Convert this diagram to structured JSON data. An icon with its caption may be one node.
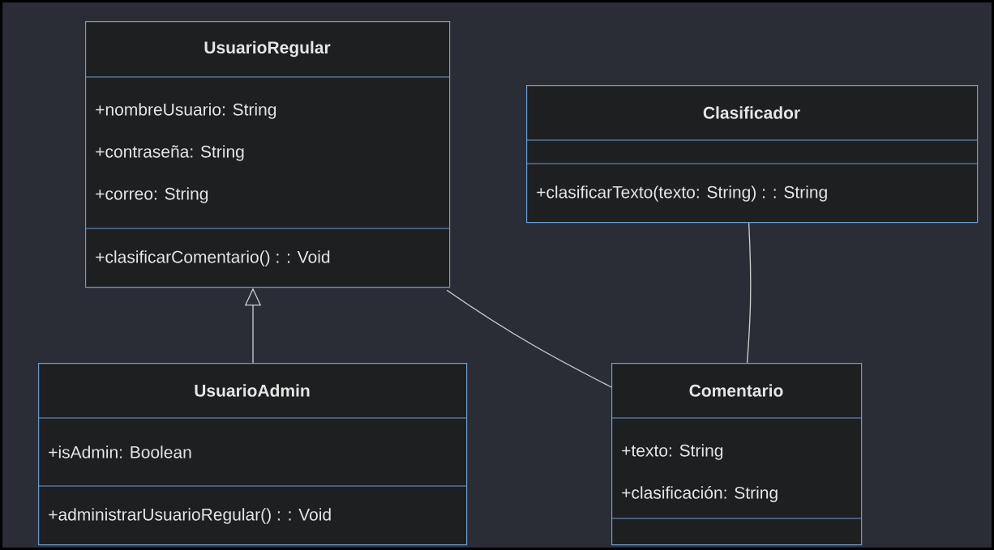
{
  "diagram": {
    "nodes": [
      {
        "text": [
          "UsuarioRegular",
          "+nombreUsuario: String",
          "+contraseña: String",
          "+correo: String",
          "+clasificarComentario() : : Void"
        ]
      },
      {
        "text": [
          "Clasificador",
          "+clasificarTexto(texto: String) : : String"
        ]
      },
      {
        "text": [
          "UsuarioAdmin",
          "+isAdmin: Boolean",
          "+administrarUsuarioRegular() : : Void"
        ]
      },
      {
        "text": [
          "Comentario",
          "+texto: String",
          "+clasificación: String"
        ]
      }
    ],
    "edges": [
      {
        "from": 2,
        "to": 0,
        "arrow": "to"
      },
      {
        "from": 0,
        "to": 3,
        "arrow": "none"
      },
      {
        "from": 1,
        "to": 3,
        "arrow": "none"
      }
    ]
  }
}
